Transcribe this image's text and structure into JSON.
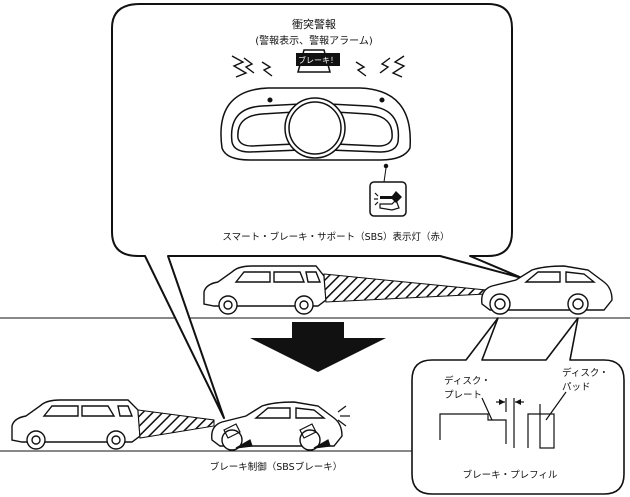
{
  "callout_top": {
    "title": "衝突警報",
    "subtitle": "(警報表示、警報アラーム)",
    "warning_display": "ブレーキ！",
    "indicator_caption": "スマート・ブレーキ・サポート（SBS）表示灯（赤）"
  },
  "lower_scene": {
    "caption": "ブレーキ制御（SBSブレーキ）"
  },
  "callout_right": {
    "disc_plate": [
      "ディスク・",
      "プレート"
    ],
    "disc_pad": [
      "ディスク・",
      "パッド"
    ],
    "caption": "ブレーキ・プレフィル"
  }
}
